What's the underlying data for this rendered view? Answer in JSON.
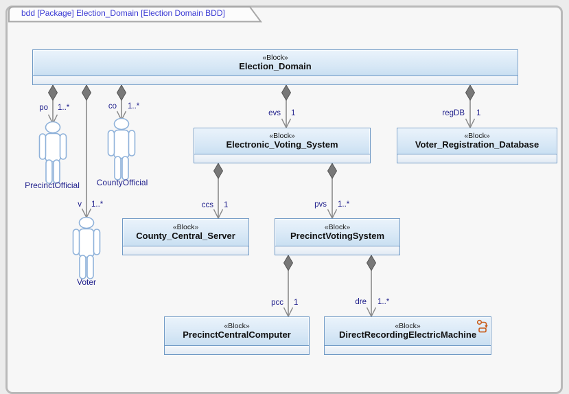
{
  "frame": {
    "tab": "bdd [Package] Election_Domain [Election Domain BDD]"
  },
  "blocks": [
    {
      "stereotype": "«Block»",
      "name": "Election_Domain"
    },
    {
      "stereotype": "«Block»",
      "name": "Electronic_Voting_System"
    },
    {
      "stereotype": "«Block»",
      "name": "Voter_Registration_Database"
    },
    {
      "stereotype": "«Block»",
      "name": "County_Central_Server"
    },
    {
      "stereotype": "«Block»",
      "name": "PrecinctVotingSystem"
    },
    {
      "stereotype": "«Block»",
      "name": "PrecinctCentralComputer"
    },
    {
      "stereotype": "«Block»",
      "name": "DirectRecordingElectricMachine"
    }
  ],
  "actors": [
    {
      "label": "PrecinctOfficial"
    },
    {
      "label": "CountyOfficial"
    },
    {
      "label": "Voter"
    }
  ],
  "edges": [
    {
      "role": "po",
      "multiplicity": "1..*"
    },
    {
      "role": "co",
      "multiplicity": "1..*"
    },
    {
      "role": "v",
      "multiplicity": "1..*"
    },
    {
      "role": "evs",
      "multiplicity": "1"
    },
    {
      "role": "regDB",
      "multiplicity": "1"
    },
    {
      "role": "ccs",
      "multiplicity": "1"
    },
    {
      "role": "pvs",
      "multiplicity": "1..*"
    },
    {
      "role": "pcc",
      "multiplicity": "1"
    },
    {
      "role": "dre",
      "multiplicity": "1..*"
    }
  ],
  "colors": {
    "block_border": "#6f99c5",
    "block_header_top": "#eaf3fb",
    "block_header_bottom": "#bdd8ee",
    "edge_gray": "#8a8a8a",
    "diamond_fill": "#787878",
    "label_navy": "#20208c",
    "tab_text_blue": "#3a3ad4",
    "actor_outline": "#8fb2da",
    "frame_border": "#b9b9b9",
    "corner_icon_orange": "#c85a17"
  }
}
